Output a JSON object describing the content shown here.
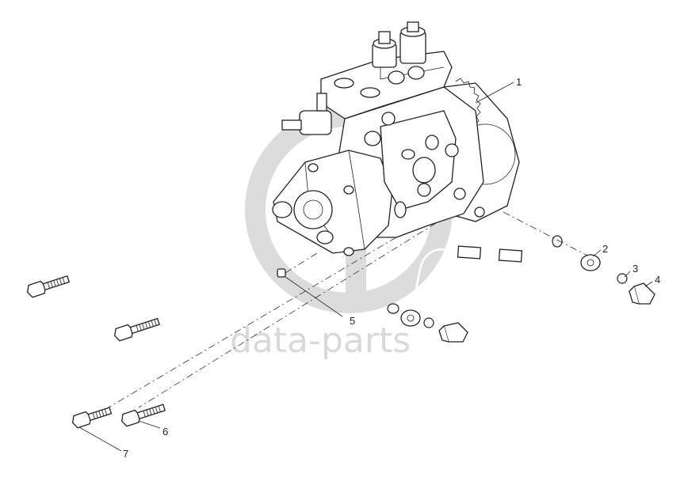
{
  "watermark": {
    "text": "data-parts"
  },
  "callouts": [
    {
      "id": "1",
      "label": "1"
    },
    {
      "id": "2",
      "label": "2"
    },
    {
      "id": "3",
      "label": "3"
    },
    {
      "id": "4",
      "label": "4"
    },
    {
      "id": "5",
      "label": "5"
    },
    {
      "id": "6",
      "label": "6"
    },
    {
      "id": "7",
      "label": "7"
    }
  ]
}
